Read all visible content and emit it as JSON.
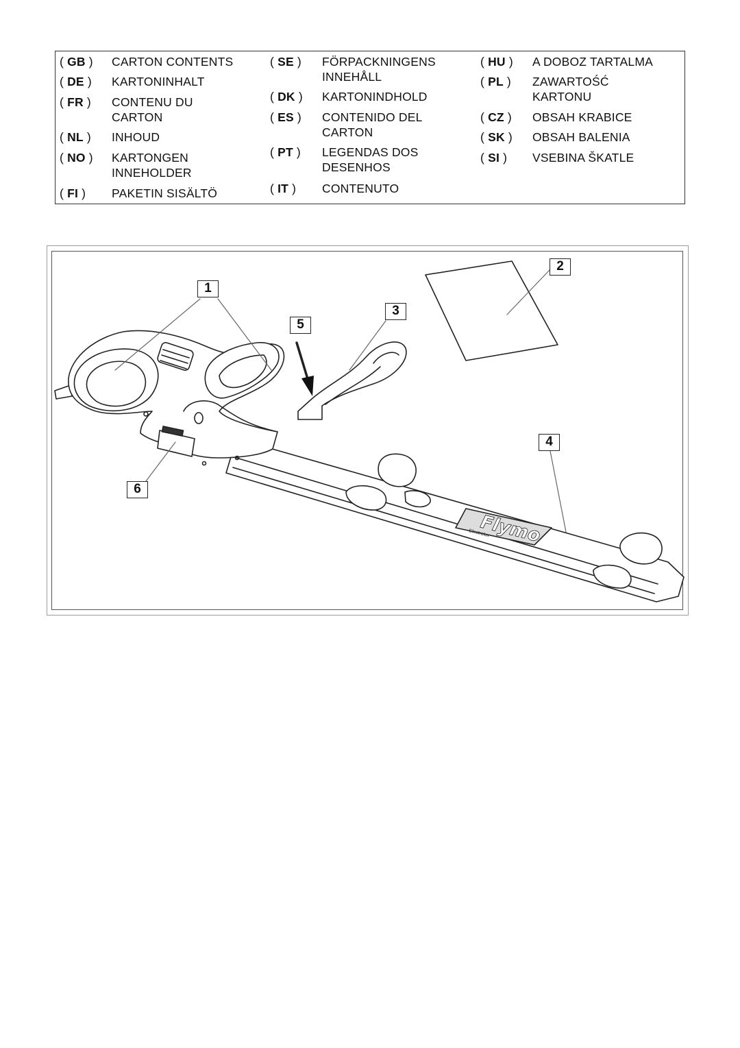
{
  "languages": {
    "col1": [
      {
        "code": "GB",
        "label": "CARTON CONTENTS"
      },
      {
        "code": "DE",
        "label": "KARTONINHALT"
      },
      {
        "code": "FR",
        "label": "CONTENU DU\nCARTON"
      },
      {
        "code": "NL",
        "label": "INHOUD"
      },
      {
        "code": "NO",
        "label": "KARTONGEN\nINNEHOLDER"
      },
      {
        "code": "FI",
        "label": "PAKETIN SISÄLTÖ"
      }
    ],
    "col2": [
      {
        "code": "SE",
        "label": "FÖRPACKNINGENS\nINNEHÅLL"
      },
      {
        "code": "DK",
        "label": "KARTONINDHOLD"
      },
      {
        "code": "ES",
        "label": "CONTENIDO DEL\nCARTON"
      },
      {
        "code": "PT",
        "label": "LEGENDAS DOS\nDESENHOS"
      },
      {
        "code": "IT",
        "label": "CONTENUTO"
      }
    ],
    "col3": [
      {
        "code": "HU",
        "label": "A DOBOZ TARTALMA"
      },
      {
        "code": "PL",
        "label": "ZAWARTOŚĆ\nKARTONU"
      },
      {
        "code": "CZ",
        "label": "OBSAH KRABICE"
      },
      {
        "code": "SK",
        "label": "OBSAH BALENIA"
      },
      {
        "code": "SI",
        "label": "VSEBINA ŠKATLE"
      }
    ]
  },
  "callouts": {
    "c1": "1",
    "c2": "2",
    "c3": "3",
    "c4": "4",
    "c5": "5",
    "c6": "6"
  },
  "brand": {
    "logo": "Flymo",
    "sub": "Electrolux"
  }
}
